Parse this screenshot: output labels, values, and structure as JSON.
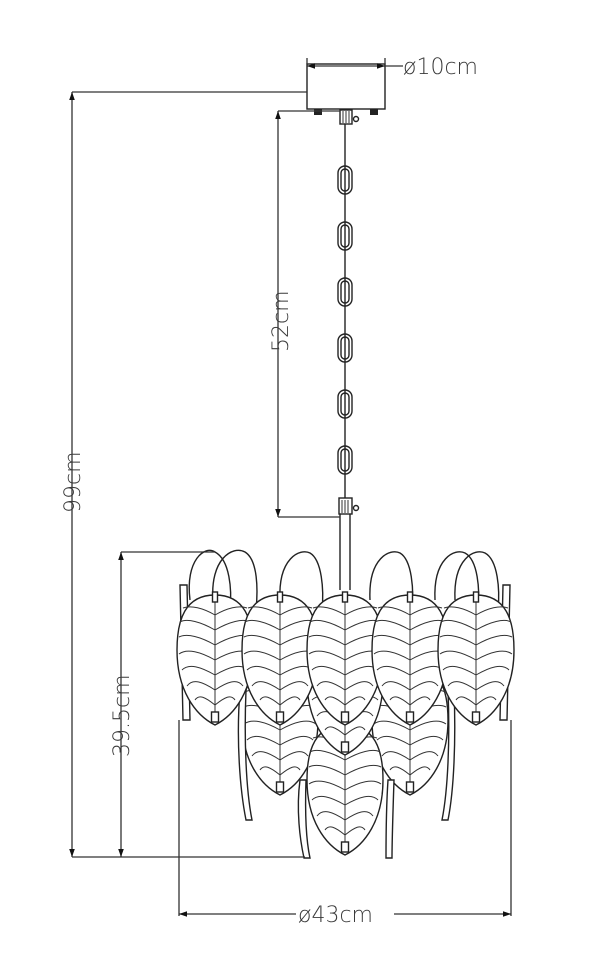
{
  "diagram": {
    "subject": "pendant chandelier with leaf-shaped shades",
    "colors": {
      "line": "#222222",
      "label": "#3a3a3a",
      "background": "#ffffff"
    },
    "dimensions": {
      "canopy_diameter": "ø10cm",
      "total_height": "99cm",
      "chain_length": "52cm",
      "body_height": "39.5cm",
      "body_diameter": "ø43cm"
    },
    "parts": [
      "ceiling-canopy",
      "chain",
      "leaf-shades",
      "wire-hooks"
    ]
  }
}
